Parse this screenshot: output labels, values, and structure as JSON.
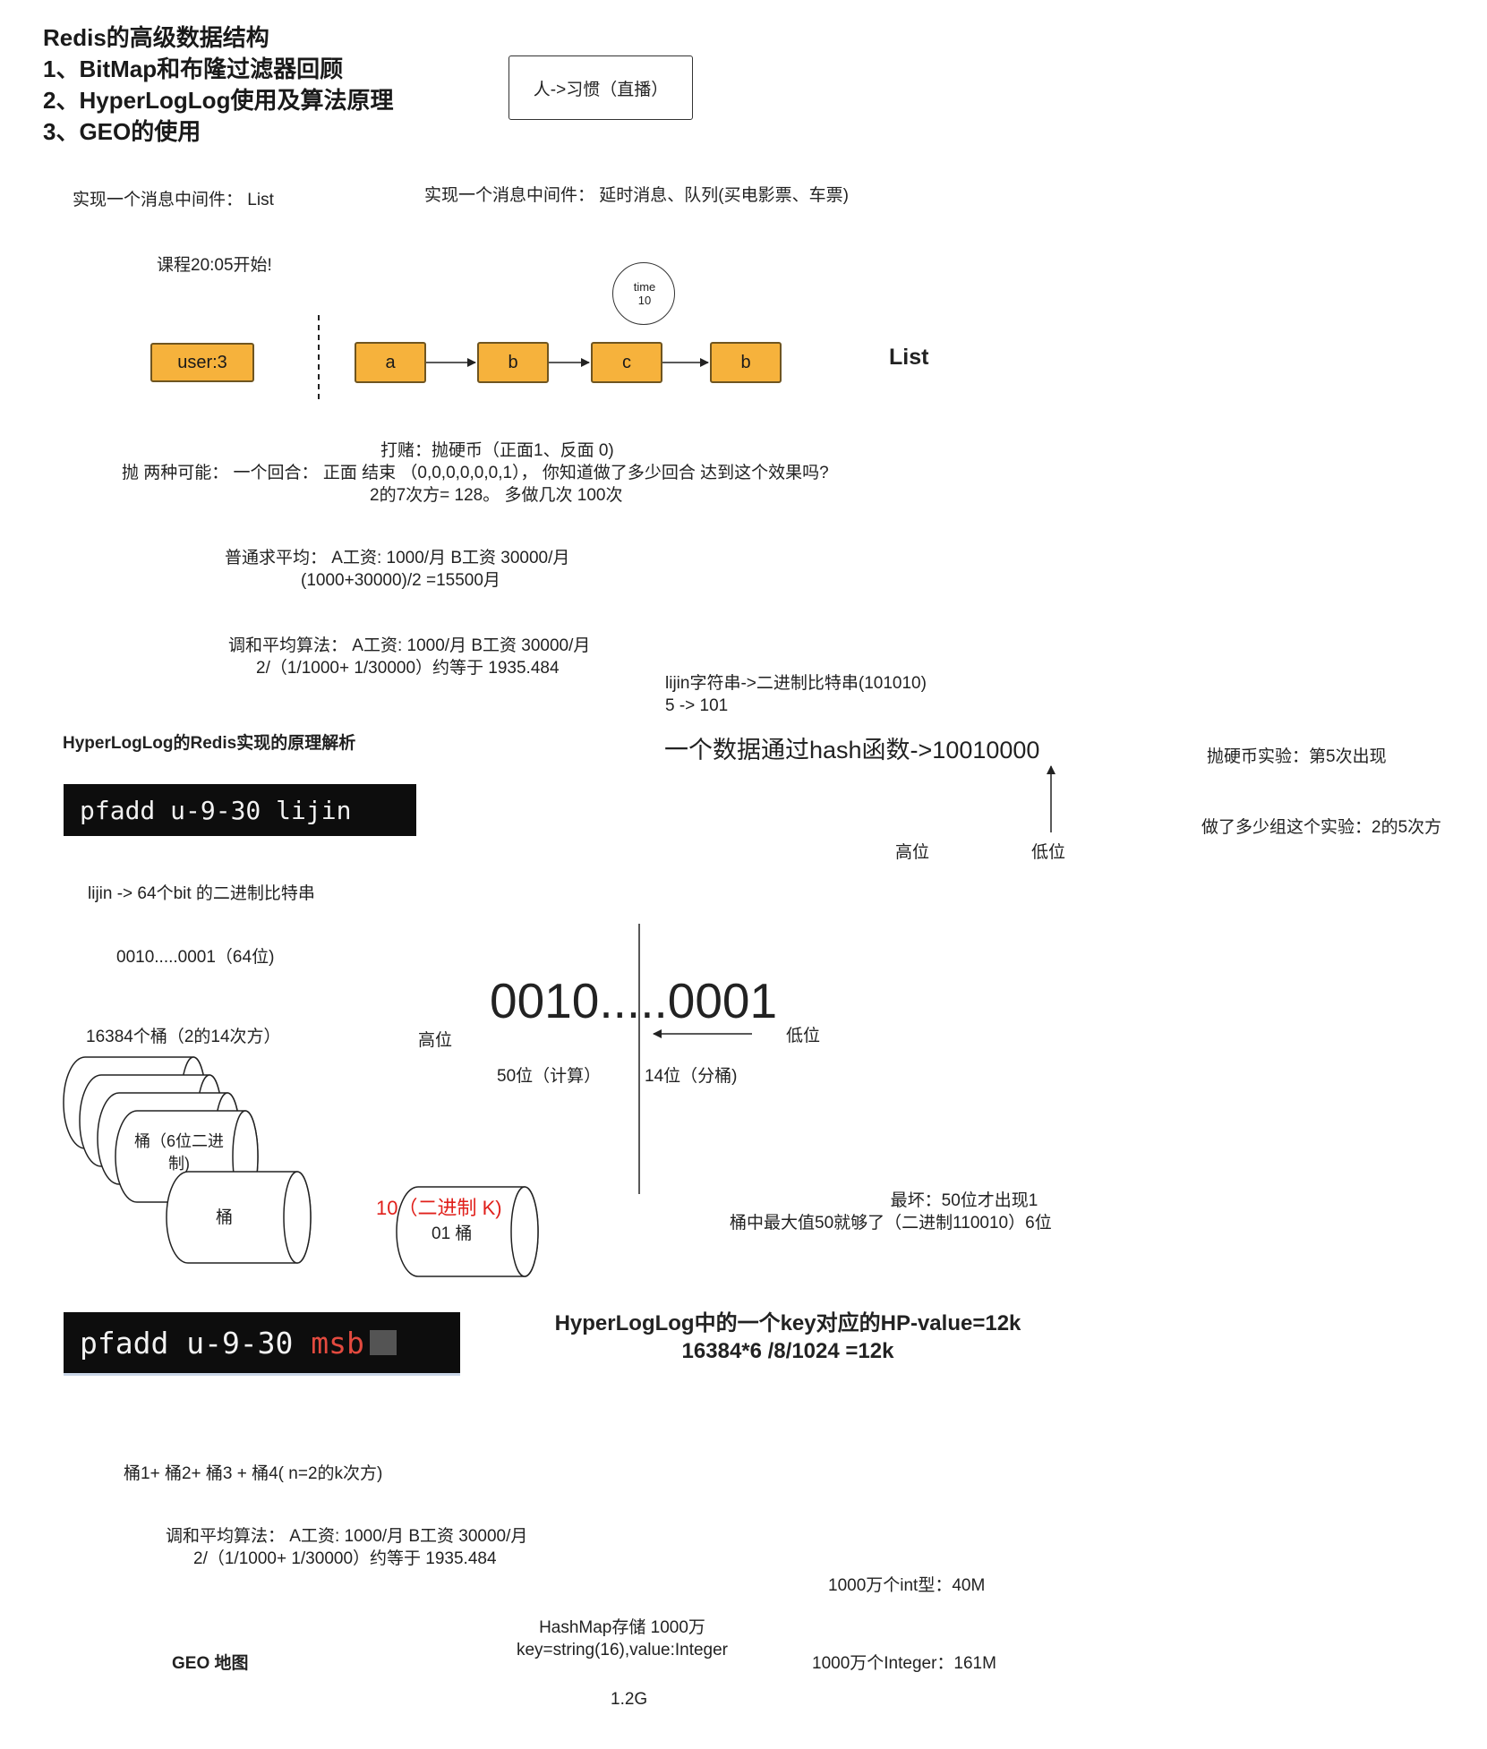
{
  "header": {
    "title_lines": [
      "Redis的高级数据结构",
      "1、BitMap和布隆过滤器回顾",
      "2、HyperLogLog使用及算法原理",
      "3、GEO的使用"
    ],
    "habit_box": "人->习惯（直播）"
  },
  "list_section": {
    "mq_list": "实现一个消息中间件： List",
    "mq_delay": "实现一个消息中间件：  延时消息、队列(买电影票、车票)",
    "course_start": "课程20:05开始!",
    "time_circle": {
      "line1": "time",
      "line2": "10"
    },
    "user_node": "user:3",
    "nodes": [
      "a",
      "b",
      "c",
      "b"
    ],
    "list_label": "List"
  },
  "coin_section": {
    "line1": "打赌：抛硬币（正面1、反面 0)",
    "line2": "抛 两种可能：  一个回合：   正面  结束  （0,0,0,0,0,0,1），  你知道做了多少回合 达到这个效果吗?",
    "line3": "2的7次方= 128。  多做几次 100次"
  },
  "average_section": {
    "normal_line1": "普通求平均：  A工资: 1000/月    B工资 30000/月",
    "normal_line2": "(1000+30000)/2 =15500月",
    "harmonic_line1": "调和平均算法：  A工资: 1000/月    B工资 30000/月",
    "harmonic_line2": "2/（1/1000+ 1/30000）约等于 1935.484"
  },
  "bits_section": {
    "lijin_line1": "lijin字符串->二进制比特串(101010)",
    "lijin_line2": "5 -> 101",
    "hash_line": "一个数据通过hash函数->10010000",
    "high": "高位",
    "low": "低位",
    "coin_exp": "抛硬币实验：第5次出现",
    "group_exp": "做了多少组这个实验：2的5次方"
  },
  "hll_section": {
    "heading": "HyperLogLog的Redis实现的原理解析",
    "cmd1": "pfadd u-9-30 lijin",
    "to_64bit": "lijin  ->   64个bit 的二进制比特串",
    "bits_64": "0010.....0001（64位)",
    "buckets": "16384个桶（2的14次方）",
    "bucket_front_label": "桶（6位二进制)",
    "bucket_label": "桶",
    "big_bits": "0010.....0001",
    "high": "高位",
    "low": "低位",
    "bits_50": "50位（计算）",
    "bits_14": "14位（分桶)",
    "red_note": "10（二进制 K)",
    "bucket_01": "01 桶",
    "worst_line1": "最坏：50位才出现1",
    "worst_line2": "桶中最大值50就够了（二进制110010）6位",
    "cmd2_prefix": "pfadd u-9-30 ",
    "cmd2_highlight": "msb",
    "hp_line1": "HyperLogLog中的一个key对应的HP-value=12k",
    "hp_line2": "16384*6 /8/1024 =12k"
  },
  "bottom_section": {
    "bucket_sum": "桶1+ 桶2+ 桶3 + 桶4(  n=2的k次方)",
    "harmonic_line1": "调和平均算法：  A工资: 1000/月    B工资 30000/月",
    "harmonic_line2": "2/（1/1000+ 1/30000）约等于 1935.484",
    "int_mem": "1000万个int型：40M",
    "hashmap_line1": "HashMap存储 1000万",
    "hashmap_line2": "key=string(16),value:Integer",
    "integer_mem": "1000万个Integer：161M",
    "geo": "GEO 地图",
    "size": "1.2G"
  },
  "colors": {
    "node_fill": "#f6b23c",
    "node_border": "#6f5520",
    "terminal_bg": "#0d0d0d",
    "red_text": "#e0201b",
    "highlight_red": "#e34a3f"
  }
}
